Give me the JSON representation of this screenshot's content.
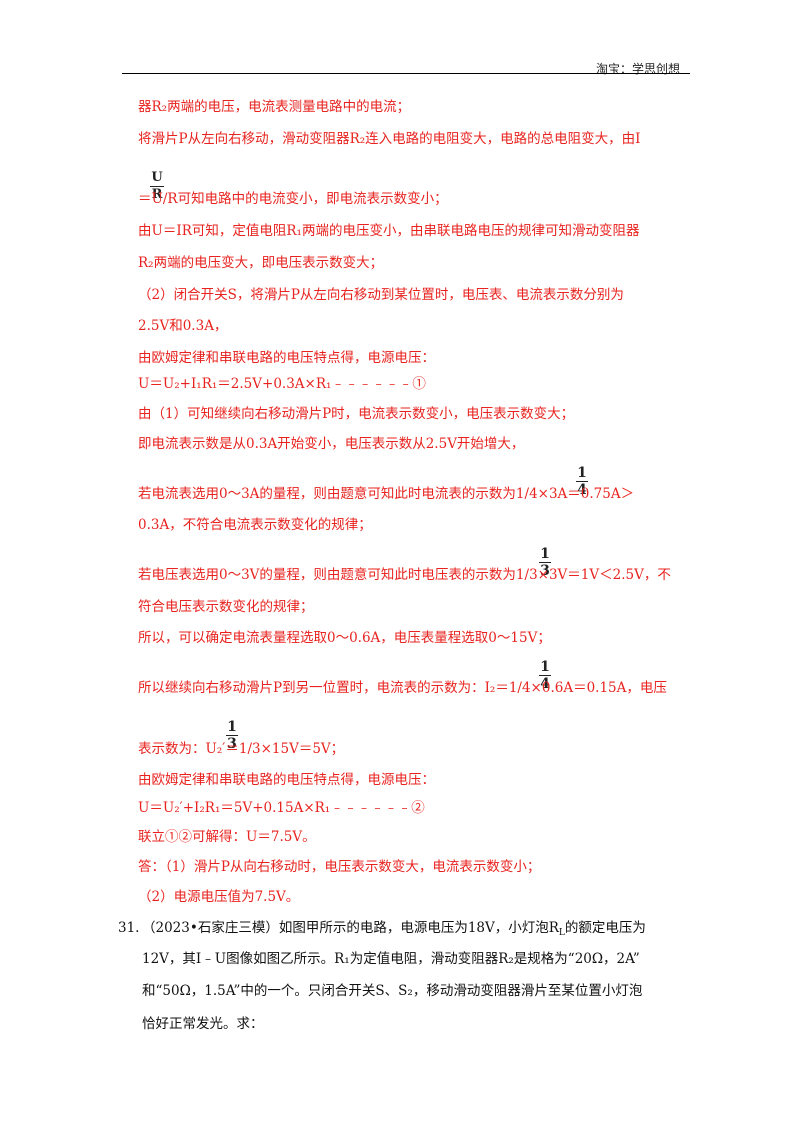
{
  "header": {
    "brand": "淘宝：学思创想"
  },
  "lines": [
    "器R₂两端的电压，电流表测量电路中的电流；",
    "将滑片P从左向右移动，滑动变阻器R₂连入电路的电阻变大，电路的总电阻变大，由I",
    "＝U/R可知电路中的电流变小，即电流表示数变小；",
    "由U＝IR可知，定值电阻R₁两端的电压变小，由串联电路电压的规律可知滑动变阻器",
    "R₂两端的电压变大，即电压表示数变大；",
    "（2）闭合开关S，将滑片P从左向右移动到某位置时，电压表、电流表示数分别为",
    "2.5V和0.3A，",
    "由欧姆定律和串联电路的电压特点得，电源电压：",
    "U＝U₂+I₁R₁＝2.5V+0.3A×R₁﹣﹣﹣﹣﹣﹣①",
    "由（1）可知继续向右移动滑片P时，电流表示数变小，电压表示数变大；",
    "即电流表示数是从0.3A开始变小，电压表示数从2.5V开始增大，",
    "若电流表选用0～3A的量程，则由题意可知此时电流表的示数为1/4×3A＝0.75A＞",
    "0.3A，不符合电流表示数变化的规律；",
    "若电压表选用0～3V的量程，则由题意可知此时电压表的示数为1/3×3V＝1V＜2.5V，不",
    "符合电压表示数变化的规律；",
    "所以，可以确定电流表量程选取0～0.6A，电压表量程选取0～15V；",
    "所以继续向右移动滑片P到另一位置时，电流表的示数为：I₂＝1/4×0.6A＝0.15A，电压",
    "表示数为：U₂′＝1/3×15V＝5V；",
    "由欧姆定律和串联电路的电压特点得，电源电压：",
    "U＝U₂′+I₂R₁＝5V+0.15A×R₁﹣﹣﹣﹣﹣﹣②",
    "联立①②可解得：U＝7.5V。",
    "答：（1）滑片P从向右移动时，电压表示数变大，电流表示数变小；",
    "（2）电源电压值为7.5V。"
  ],
  "question": {
    "number": "31.",
    "lines": [
      "（2023•石家庄三模）如图甲所示的电路，电源电压为18V，小灯泡R",
      "12V，其I﹣U图像如图乙所示。R₁为定值电阻，滑动变阻器R₂是规格为“20Ω，2A”",
      "和“50Ω，1.5A”中的一个。只闭合开关S、S₂，移动滑动变阻器滑片至某位置小灯泡",
      "恰好正常发光。求："
    ],
    "line1_sub": "L",
    "line1_tail": "的额定电压为"
  },
  "fractions": {
    "u": "U",
    "r": "R",
    "one": "1",
    "four": "4",
    "three": "3"
  }
}
